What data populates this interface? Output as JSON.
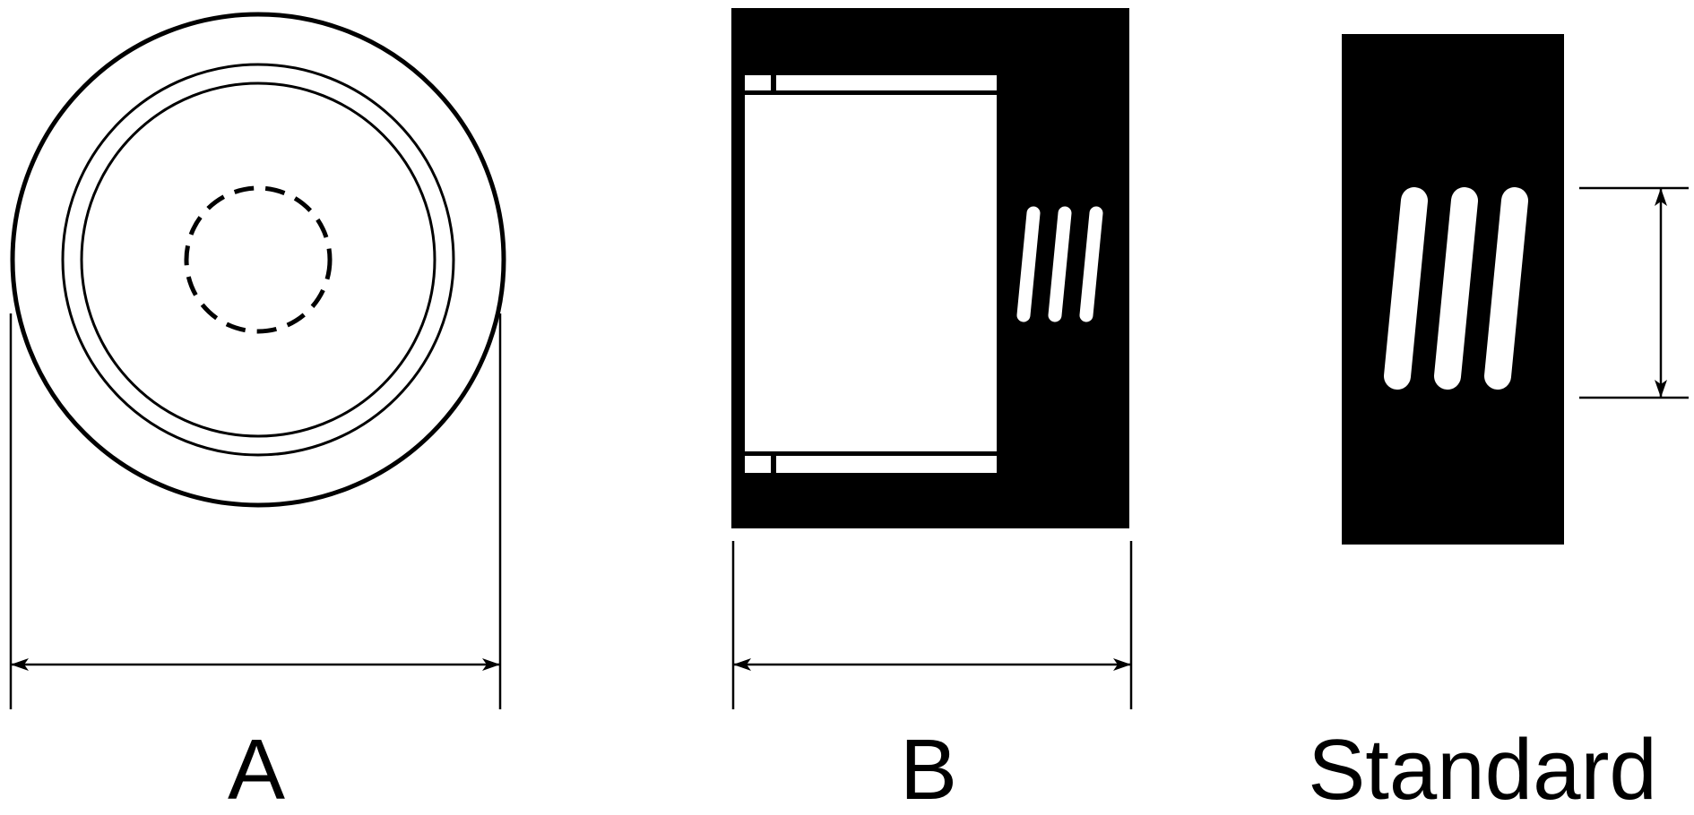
{
  "labels": {
    "a": "A",
    "b": "B",
    "standard": "Standard"
  },
  "colors": {
    "ink": "#000000",
    "paper": "#ffffff"
  }
}
